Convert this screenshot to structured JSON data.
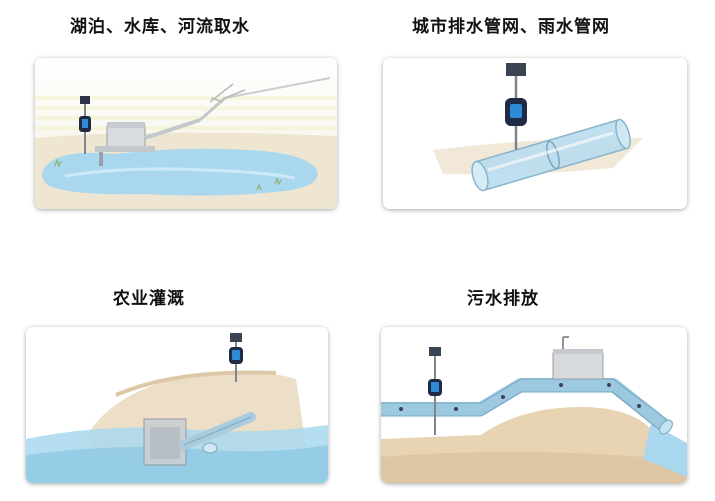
{
  "panels": [
    {
      "title": "湖泊、水库、河流取水"
    },
    {
      "title": "城市排水管网、雨水管网"
    },
    {
      "title": "农业灌溉"
    },
    {
      "title": "污水排放"
    }
  ],
  "colors": {
    "water": "#a9d8ee",
    "pipe": "#9cc8e0",
    "ground": "#e6cfae",
    "meter": "#1f2a44",
    "meter_screen": "#2e8bd8"
  }
}
